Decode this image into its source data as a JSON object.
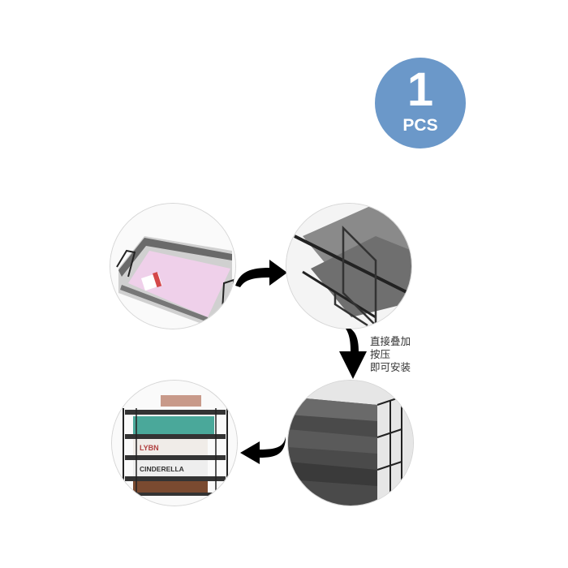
{
  "badge": {
    "number": "1",
    "unit": "PCS",
    "color": "#6b98c9"
  },
  "steps": [
    {
      "id": 1,
      "description": "single-mesh-tray-with-pink-paper"
    },
    {
      "id": 2,
      "description": "stacking-connector-closeup"
    },
    {
      "id": 3,
      "description": "stacked-tray-side-view"
    },
    {
      "id": 4,
      "description": "four-tier-organizer-with-books",
      "book_labels": [
        "LYBN",
        "CINDERELLA"
      ]
    }
  ],
  "instruction": {
    "lines": [
      "直接叠加",
      "按压",
      "即可安装"
    ]
  }
}
